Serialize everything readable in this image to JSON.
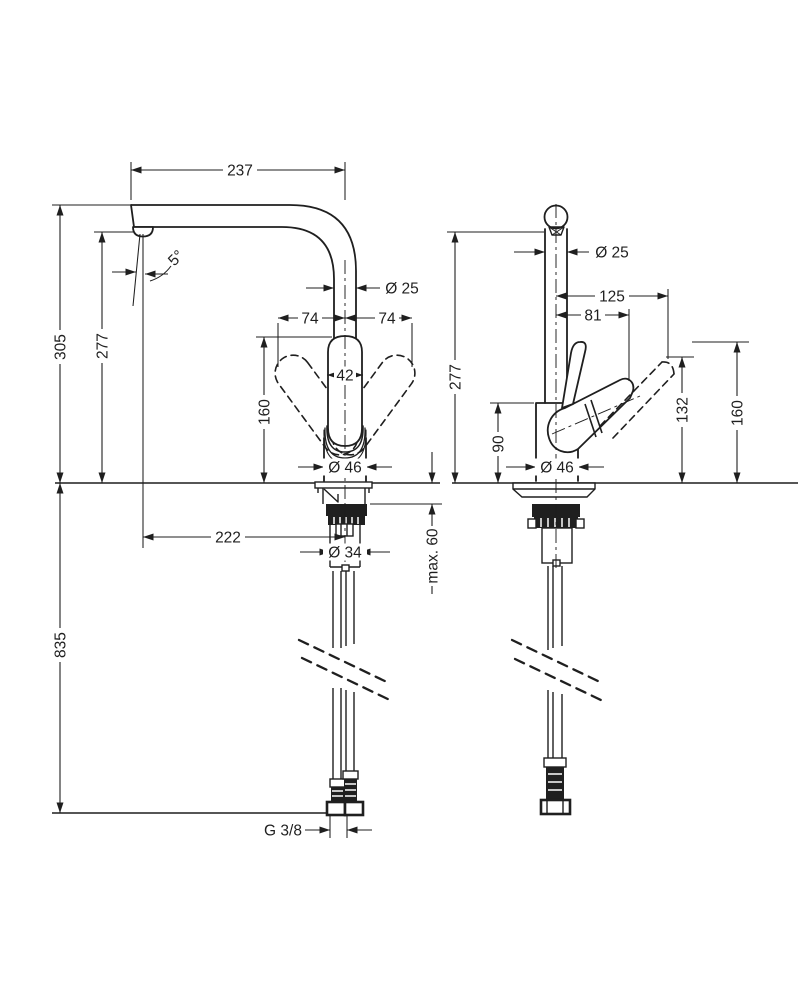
{
  "colors": {
    "line": "#1f1f1f",
    "background": "#ffffff"
  },
  "labels": {
    "front": {
      "spout_reach": "237",
      "spout_angle": "5°",
      "height_total": "305",
      "height_outlet": "277",
      "swing_left": "74",
      "swing_right": "74",
      "spout_dia": "Ø 25",
      "handle_width": "42",
      "handle_height": "160",
      "body_dia": "Ø 46",
      "outlet_to_center": "222",
      "shank_dia": "Ø 34",
      "max_mount": "max. 60",
      "below_height": "835",
      "thread": "G 3/8"
    },
    "side": {
      "spout_dia": "Ø 25",
      "depth_total": "125",
      "depth_front": "81",
      "height_outlet": "277",
      "body_height": "90",
      "body_dia": "Ø 46",
      "lever_tip_height": "132",
      "handle_height": "160"
    }
  }
}
